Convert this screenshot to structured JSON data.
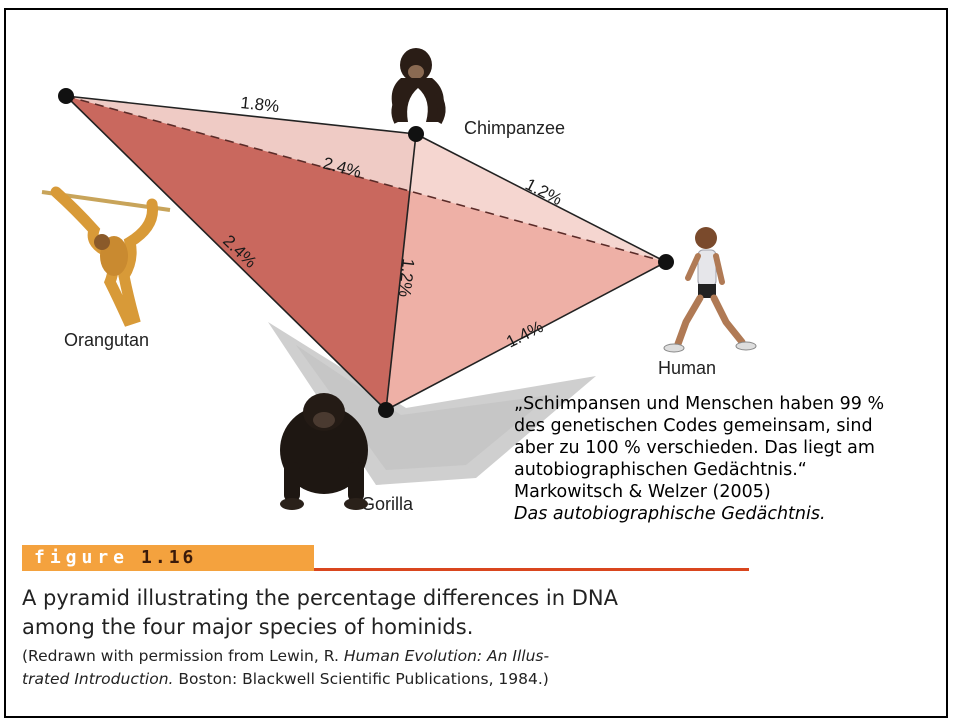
{
  "diagram": {
    "species": {
      "orangutan": "Orangutan",
      "chimpanzee": "Chimpanzee",
      "human": "Human",
      "gorilla": "Gorilla"
    },
    "edges": {
      "orangutan_chimpanzee": "1.8%",
      "orangutan_human": "2.4%",
      "chimpanzee_human": "1.2%",
      "orangutan_gorilla": "2.4%",
      "chimpanzee_gorilla": "1.2%",
      "gorilla_human": "1.4%"
    },
    "colors": {
      "face_dark": "#c9685e",
      "face_light": "#edb4aa",
      "face_pale": "#f5dcd6",
      "shadow": "#c8c8c8"
    }
  },
  "quote": {
    "lines": [
      "„Schimpansen und Menschen haben 99 %",
      "des genetischen Codes gemeinsam, sind",
      "aber zu 100 % verschieden. Das liegt am",
      "autobiographischen Gedächtnis.“"
    ],
    "author": "Markowitsch & Welzer (2005)",
    "title": "Das autobiographische Gedächtnis."
  },
  "figure": {
    "label": "figure",
    "number": "1.16",
    "caption_line1": "A pyramid illustrating the percentage differences in DNA",
    "caption_line2": "among the four major species of hominids.",
    "credit_prefix": "(Redrawn with permission from Lewin, R. ",
    "credit_title_1": "Human Evolution: An Illus-",
    "credit_title_2": "trated Introduction.",
    "credit_suffix": " Boston: Blackwell Scientific Publications, 1984.)",
    "accent_color": "#f4a23e",
    "rule_color": "#d9461e"
  }
}
